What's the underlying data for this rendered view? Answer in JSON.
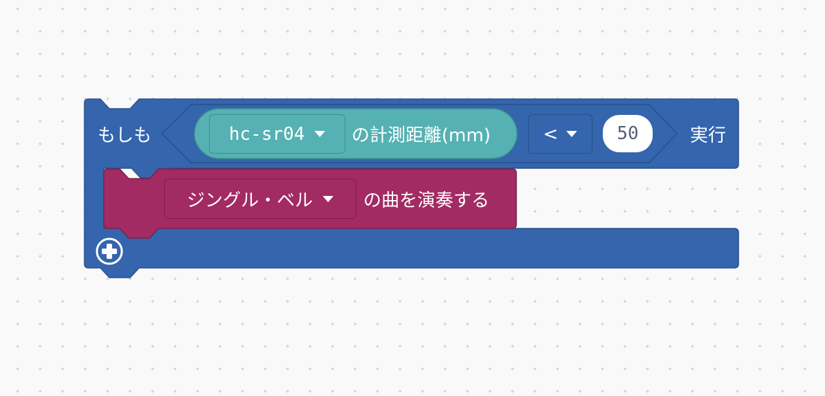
{
  "colors": {
    "background": "#f9f9f9",
    "grid_dot": "#d4d4d4",
    "logic_block": "#3465ad",
    "logic_block_border": "#2a528c",
    "sensor_block": "#55b1b3",
    "sensor_block_border": "#3f8e90",
    "music_block": "#a22b63",
    "music_block_border": "#7e1f4c",
    "number_text": "#575e75"
  },
  "if_block": {
    "keyword_if": "もしも",
    "keyword_then": "実行",
    "condition": {
      "sensor_block": {
        "device_dropdown": {
          "value": "hc-sr04"
        },
        "label": "の計測距離(mm)"
      },
      "operator_dropdown": {
        "value": "<"
      },
      "number_input": {
        "value": "50"
      }
    },
    "body": {
      "play_melody_block": {
        "melody_dropdown": {
          "value": "ジングル・ベル"
        },
        "label": "の曲を演奏する"
      }
    },
    "add_button": {
      "icon": "plus-circle-icon"
    }
  }
}
